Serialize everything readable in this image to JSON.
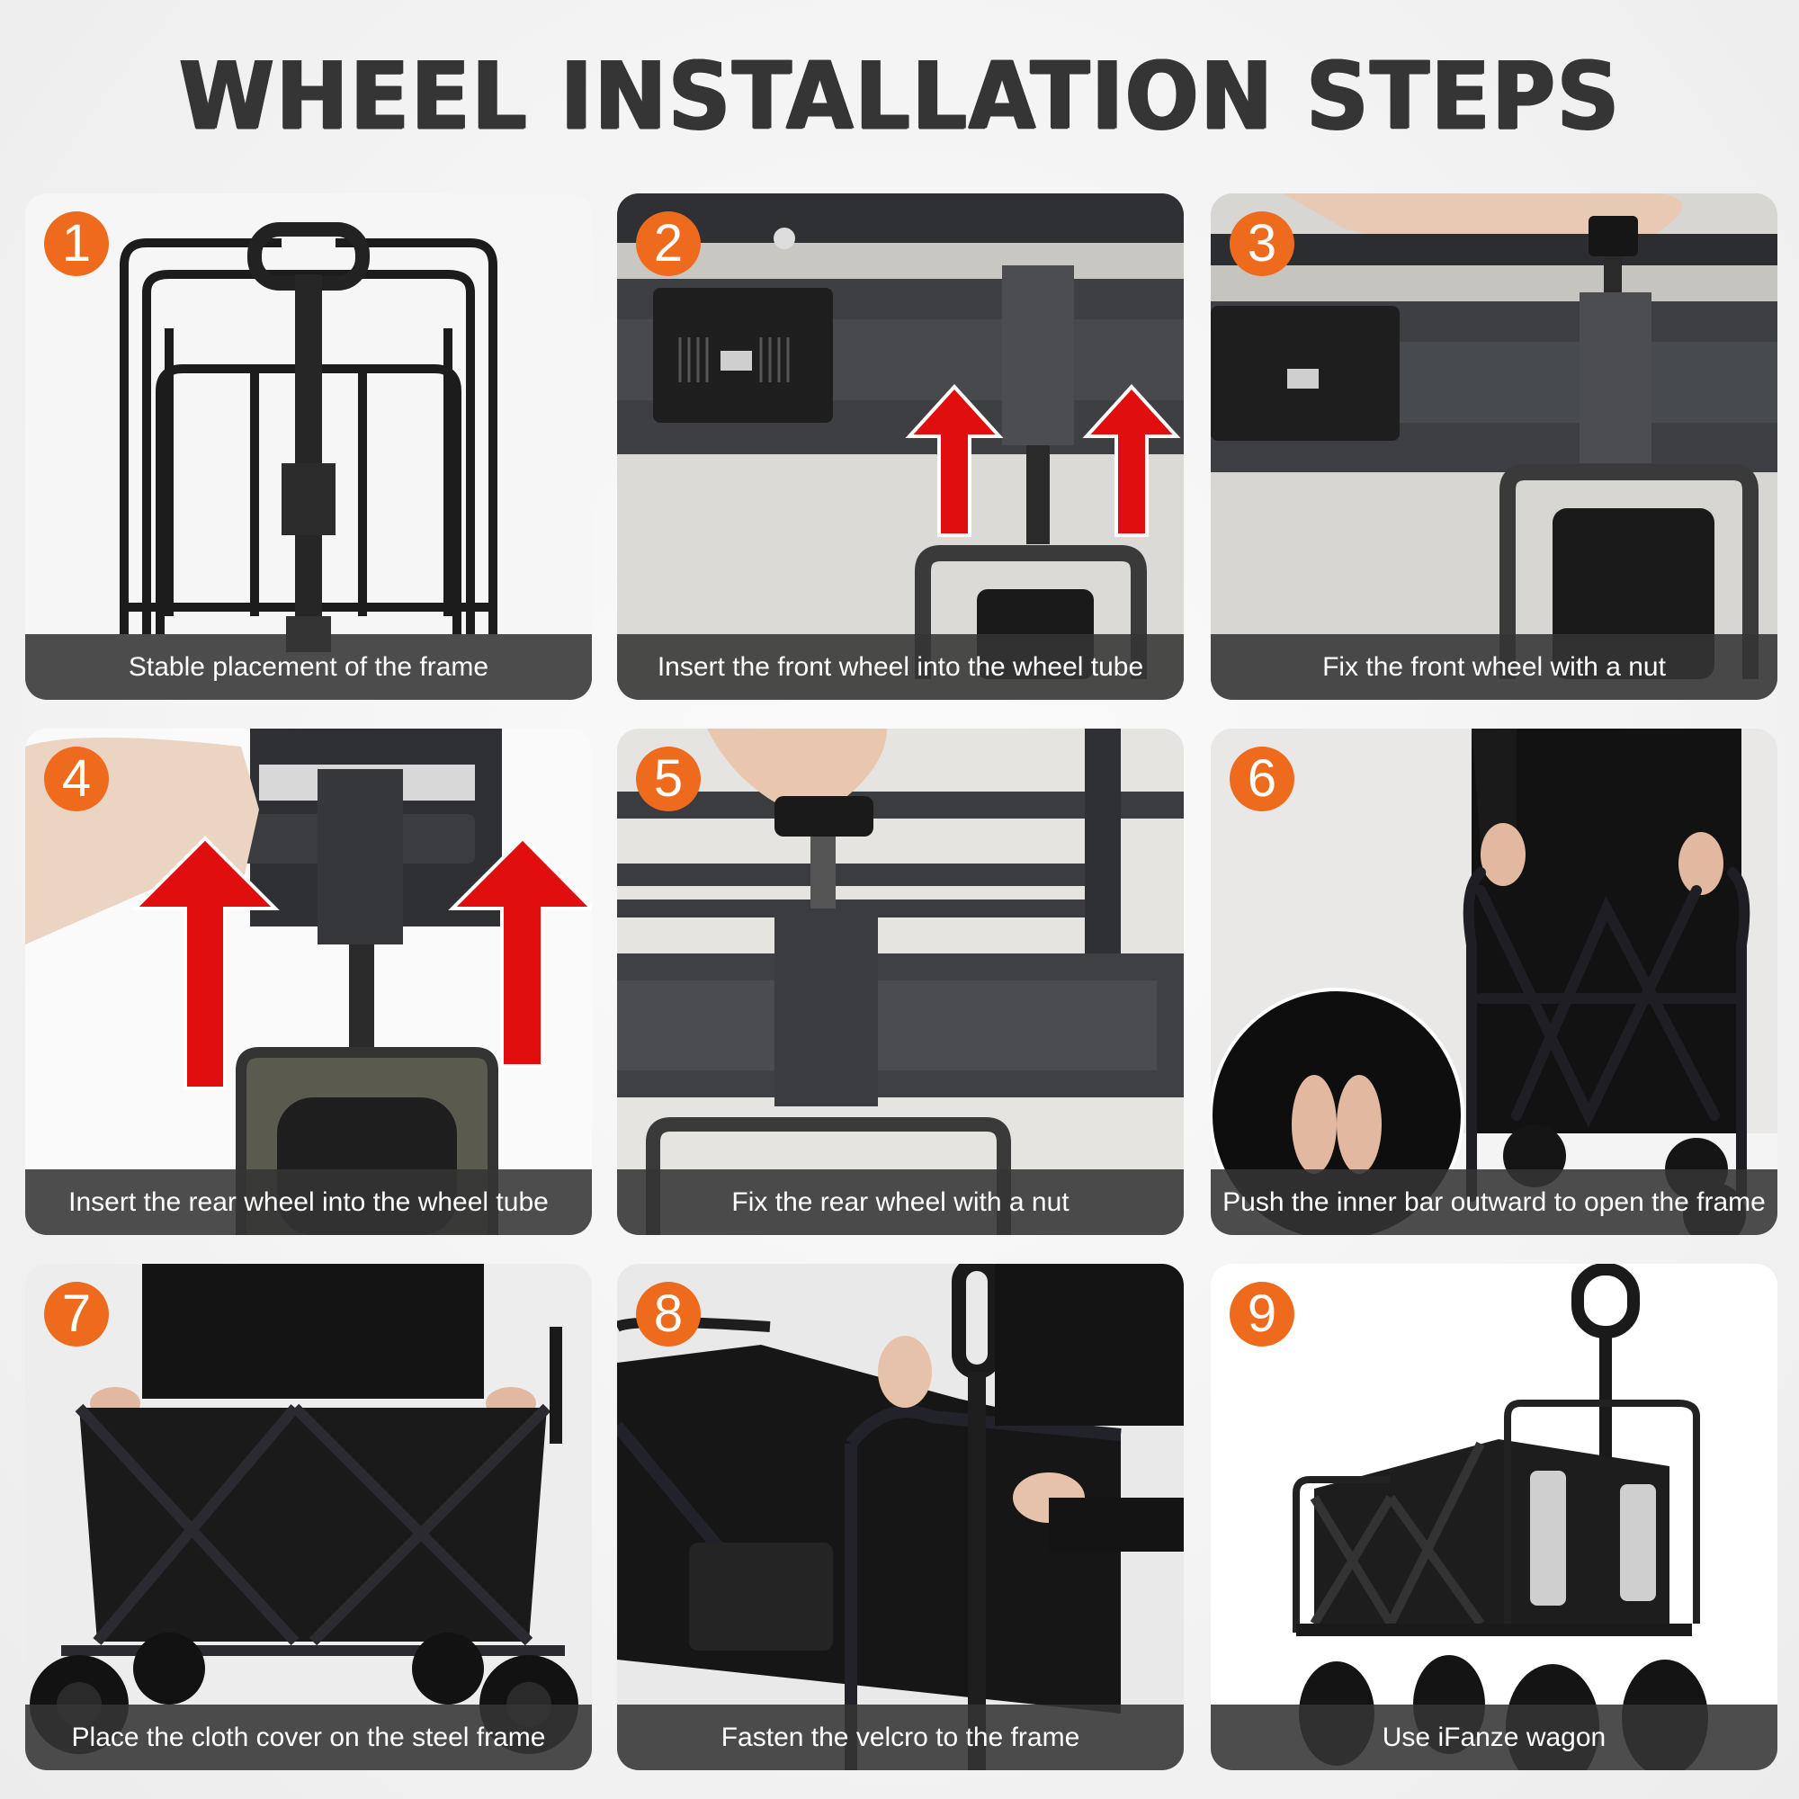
{
  "page": {
    "title": "WHEEL INSTALLATION STEPS"
  },
  "colors": {
    "badge": "#EE6B1E",
    "caption_bg": "#343434",
    "arrow": "#E00E0E",
    "title": "#353535"
  },
  "steps": [
    {
      "number": "1",
      "caption": "Stable placement of the frame",
      "icon": "folded-wagon-frame"
    },
    {
      "number": "2",
      "caption": "Insert the front wheel into the wheel tube",
      "icon": "front-wheel-insert-with-arrows"
    },
    {
      "number": "3",
      "caption": "Fix the front wheel with a nut",
      "icon": "hand-tightening-nut"
    },
    {
      "number": "4",
      "caption": "Insert the rear wheel into the wheel tube",
      "icon": "rear-wheel-insert-with-arrows"
    },
    {
      "number": "5",
      "caption": "Fix the rear wheel with a nut",
      "icon": "fingers-tightening-nut"
    },
    {
      "number": "6",
      "caption": "Push the inner bar outward to open the frame",
      "icon": "opening-scissor-frame"
    },
    {
      "number": "7",
      "caption": "Place the cloth cover on the steel frame",
      "icon": "placing-cloth-cover"
    },
    {
      "number": "8",
      "caption": "Fasten the velcro to the frame",
      "icon": "fastening-velcro"
    },
    {
      "number": "9",
      "caption": "Use iFanze wagon",
      "icon": "assembled-wagon"
    }
  ]
}
